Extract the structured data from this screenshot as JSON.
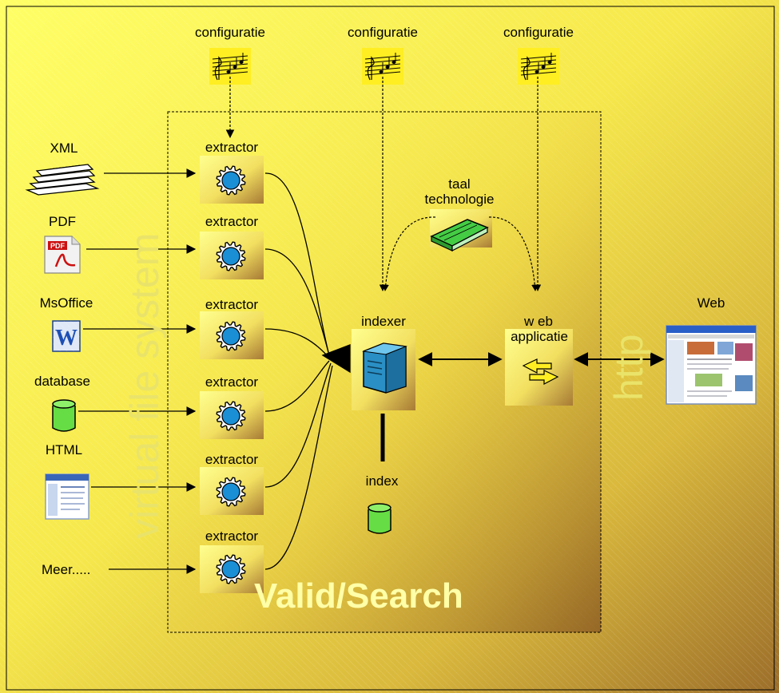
{
  "sources": [
    {
      "label": "XML",
      "icon": "documents-stack-icon"
    },
    {
      "label": "PDF",
      "icon": "pdf-file-icon"
    },
    {
      "label": "MsOffice",
      "icon": "word-document-icon"
    },
    {
      "label": "database",
      "icon": "database-cylinder-icon"
    },
    {
      "label": "HTML",
      "icon": "webpage-thumbnail-icon"
    },
    {
      "label": "Meer.....",
      "icon": ""
    }
  ],
  "extractors": [
    "extractor",
    "extractor",
    "extractor",
    "extractor",
    "extractor",
    "extractor"
  ],
  "configs": [
    "configuratie",
    "configuratie",
    "configuratie"
  ],
  "vertical_text": "virtual file system",
  "indexer": "indexer",
  "index": "index",
  "taal": {
    "line1": "taal",
    "line2": "technologie"
  },
  "webapp": {
    "line1": "w eb",
    "line2": "applicatie"
  },
  "http": "http",
  "web": "Web",
  "brand": "Valid/Search",
  "colors": {
    "background_light": "#ffff70",
    "background_dark": "#9e6e2a",
    "gear": "#1a8fd6",
    "book": "#44cc44",
    "database": "#66dd44",
    "note": "#ffee22",
    "server": "#3aa5d8"
  }
}
